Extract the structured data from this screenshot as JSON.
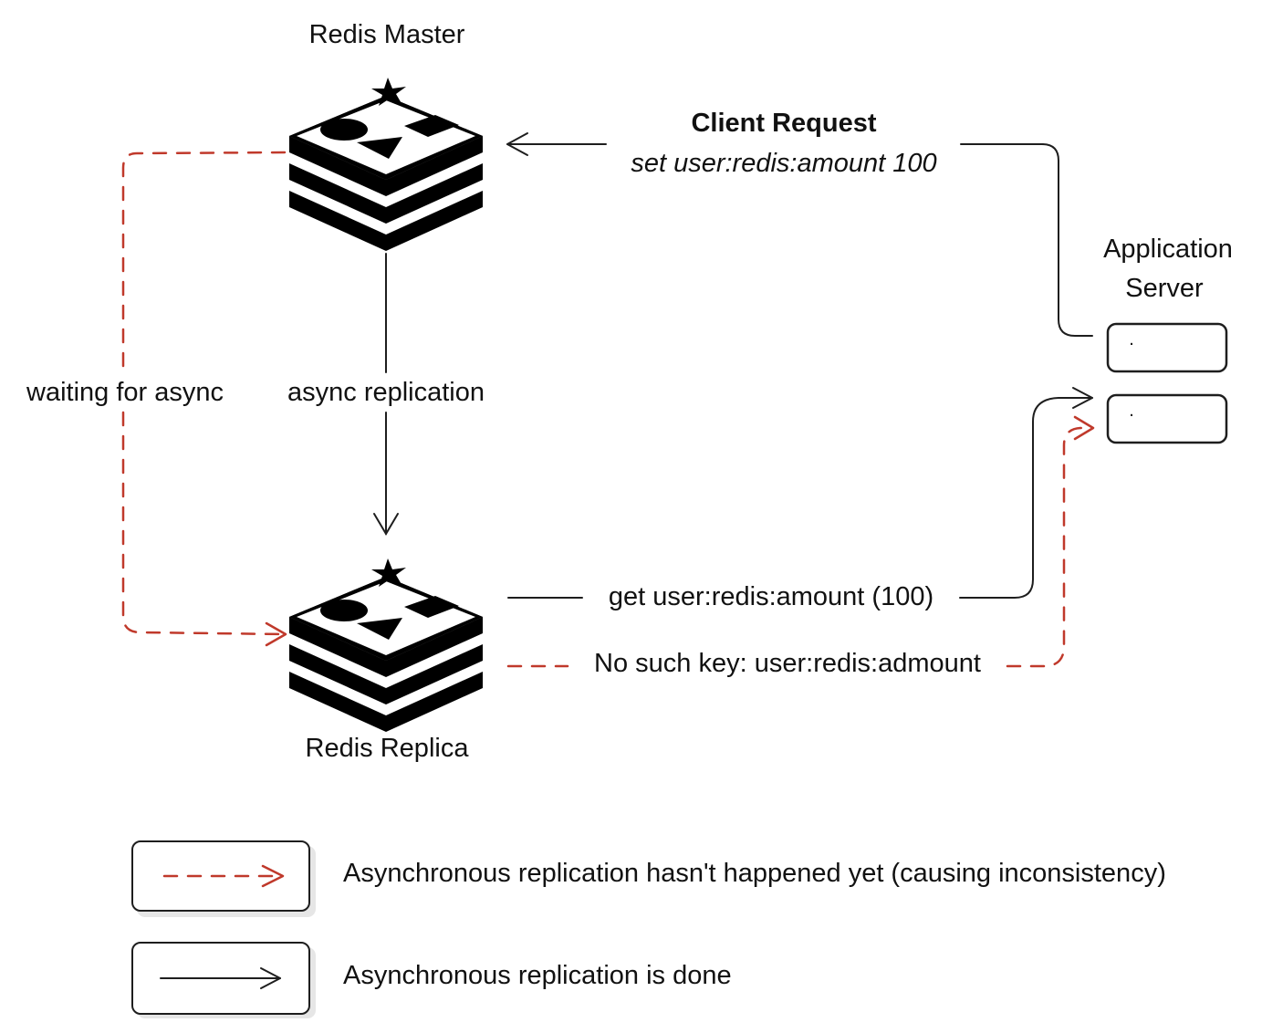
{
  "nodes": {
    "master": {
      "label": "Redis Master",
      "icon": "redis-logo-icon"
    },
    "replica": {
      "label": "Redis Replica",
      "icon": "redis-logo-icon"
    },
    "app_server": {
      "label_line1": "Application",
      "label_line2": "Server",
      "instance_marker": "."
    }
  },
  "edges": {
    "client_request": {
      "title": "Client Request",
      "command": "set user:redis:amount 100"
    },
    "async_replication": {
      "label": "async replication"
    },
    "waiting": {
      "label": "waiting for async"
    },
    "get_response": {
      "label": "get user:redis:amount (100)"
    },
    "no_key_response": {
      "label": "No such key: user:redis:admount"
    }
  },
  "legend": {
    "inconsistent": "Asynchronous replication hasn't happened yet (causing inconsistency)",
    "done": "Asynchronous replication is done"
  },
  "colors": {
    "solid": "#1e1e1e",
    "dashed": "#c0392b",
    "logo": "#000000"
  }
}
